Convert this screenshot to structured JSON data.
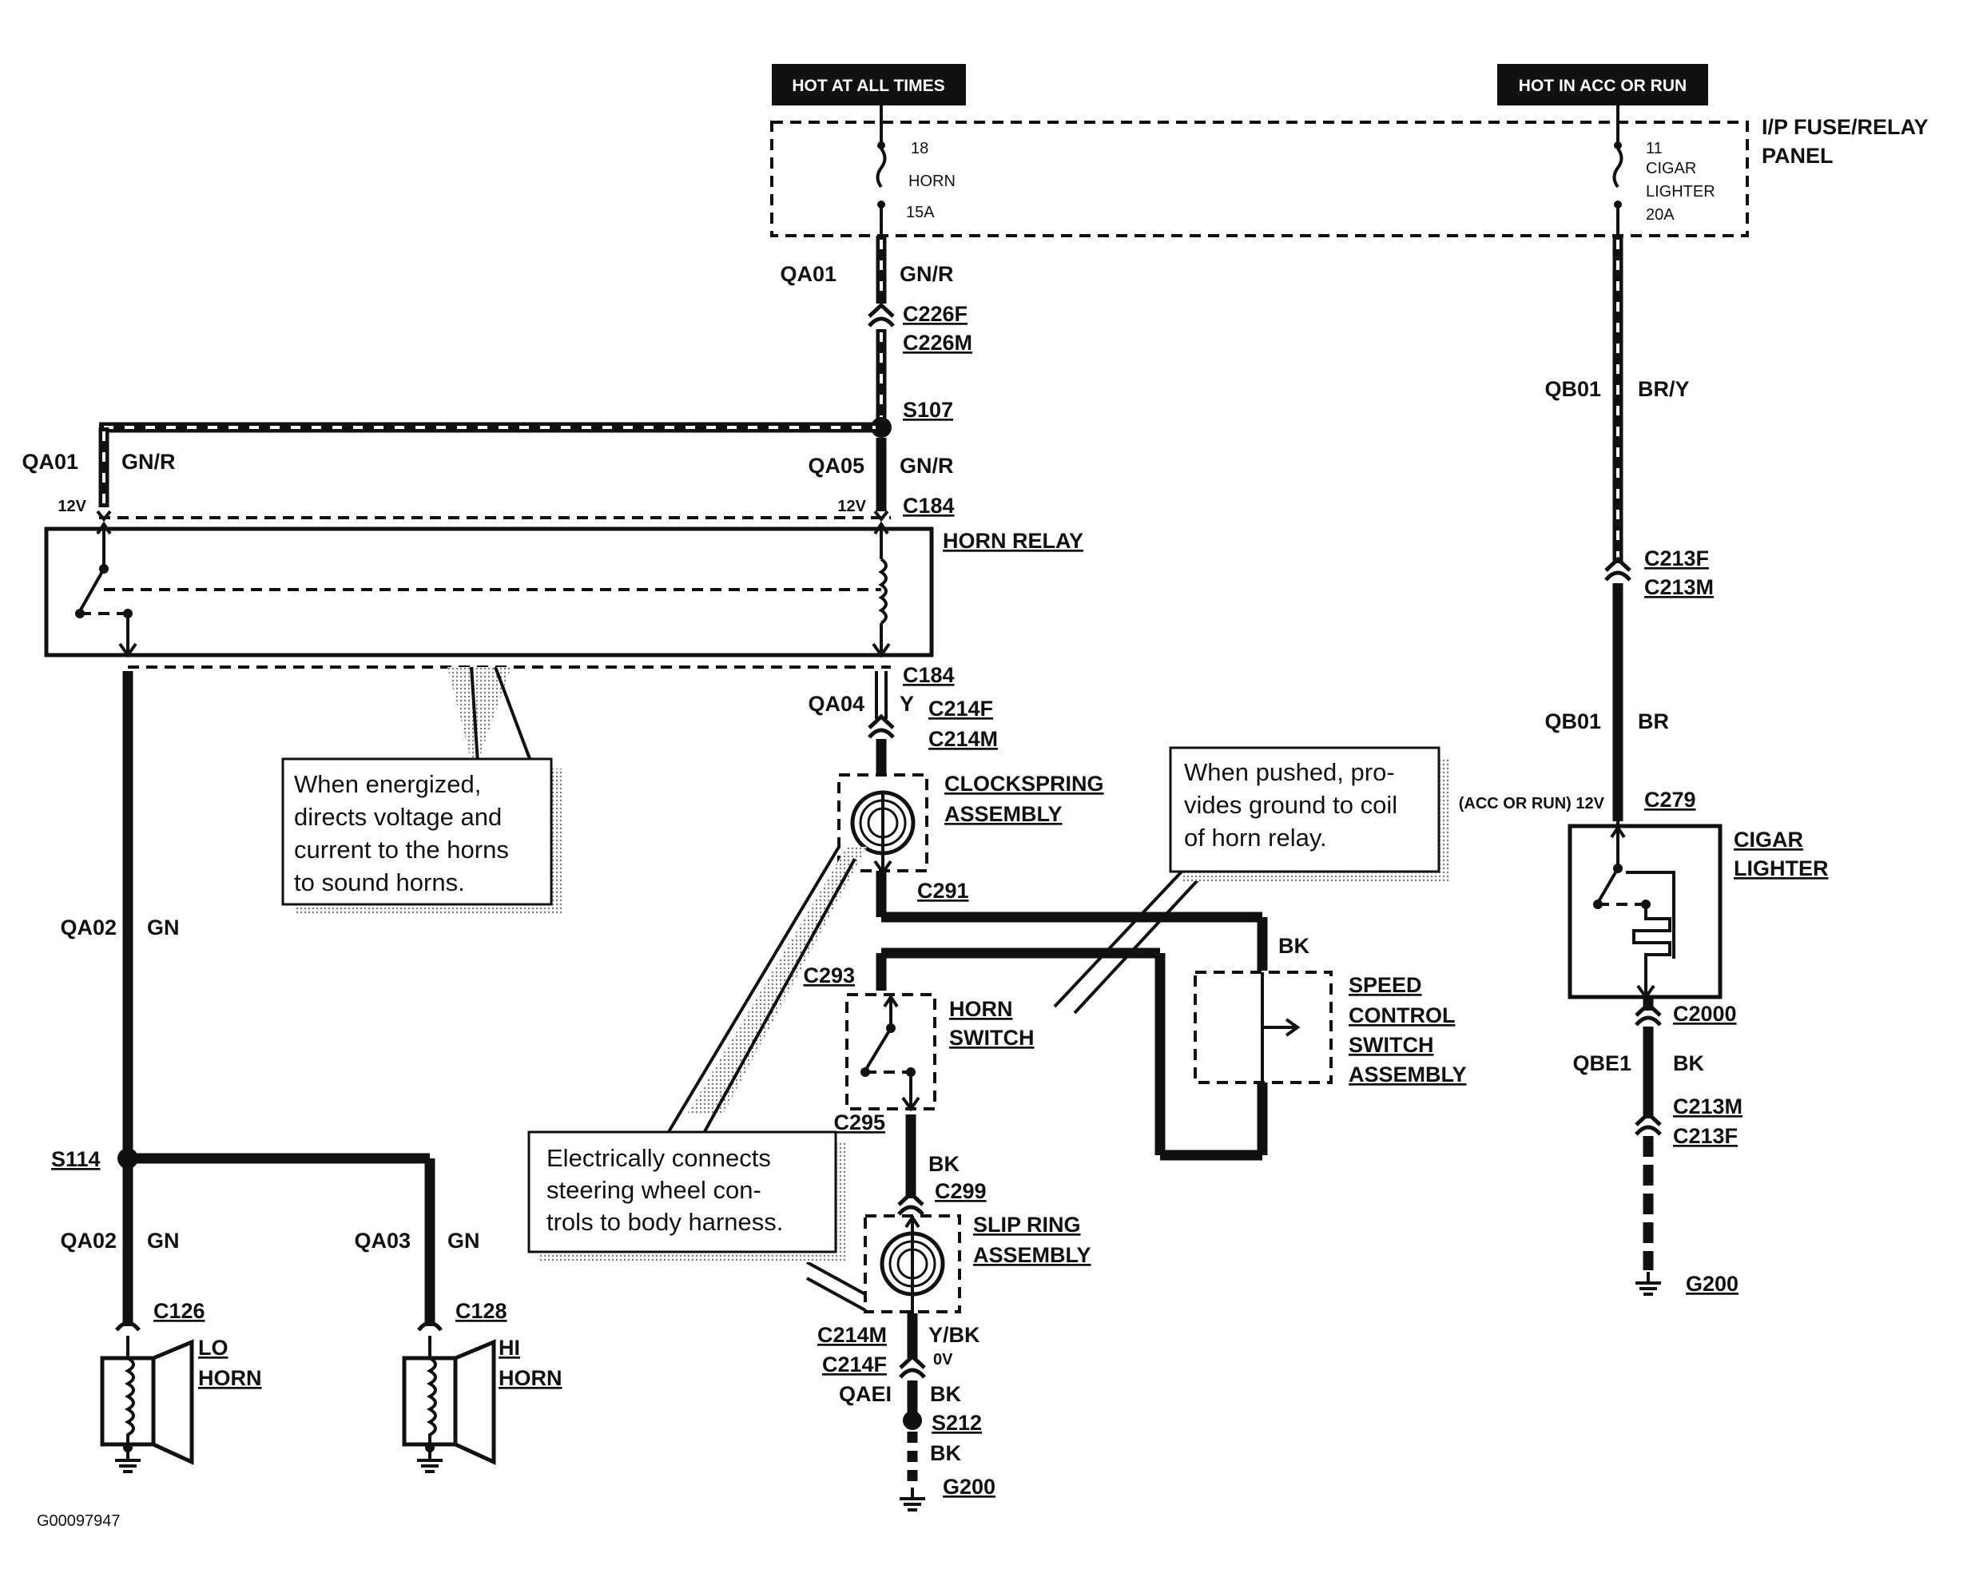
{
  "headers": {
    "hot_always": "HOT AT ALL TIMES",
    "hot_acc_run": "HOT IN ACC OR RUN"
  },
  "fuse_panel": {
    "line1": "I/P FUSE/RELAY",
    "line2": "PANEL"
  },
  "fuse_horn": {
    "num": "18",
    "name": "HORN",
    "amps": "15A"
  },
  "fuse_cigar": {
    "num": "11",
    "name1": "CIGAR",
    "name2": "LIGHTER",
    "amps": "20A"
  },
  "circuits": {
    "qa01": "QA01",
    "qa01_color": "GN/R",
    "qa01b": "QA01",
    "qa01b_color": "GN/R",
    "qa05": "QA05",
    "qa05_color": "GN/R",
    "qa04": "QA04",
    "qa04_color": "Y",
    "qa02": "QA02",
    "qa02_color": "GN",
    "qa02b": "QA02",
    "qa02b_color": "GN",
    "qa03": "QA03",
    "qa03_color": "GN",
    "qb01": "QB01",
    "qb01_color": "BR/Y",
    "qb01b": "QB01",
    "qb01b_color": "BR",
    "qbe1": "QBE1",
    "qbe1_color": "BK",
    "qaei": "QAEI",
    "qaei_color": "BK",
    "bk_speed": "BK",
    "bk_c299": "BK",
    "ybk": "Y/BK",
    "bk_g200": "BK"
  },
  "connectors": {
    "c226f": "C226F",
    "c226m": "C226M",
    "s107": "S107",
    "c184a": "C184",
    "c184b": "C184",
    "c214f": "C214F",
    "c214m": "C214M",
    "c291": "C291",
    "c293": "C293",
    "c295": "C295",
    "c299": "C299",
    "c214m_b": "C214M",
    "c214f_b": "C214F",
    "s212": "S212",
    "g200a": "G200",
    "s114": "S114",
    "c126": "C126",
    "c128": "C128",
    "c213f": "C213F",
    "c213m": "C213M",
    "c279": "C279",
    "c2000": "C2000",
    "c213m_b": "C213M",
    "c213f_b": "C213F",
    "g200b": "G200"
  },
  "voltages": {
    "v12a": "12V",
    "v12b": "12V",
    "acc_run": "(ACC OR RUN) 12V",
    "v0": "0V"
  },
  "components": {
    "horn_relay": "HORN RELAY",
    "clockspring1": "CLOCKSPRING",
    "clockspring2": "ASSEMBLY",
    "horn_switch1": "HORN",
    "horn_switch2": "SWITCH",
    "speed1": "SPEED",
    "speed2": "CONTROL",
    "speed3": "SWITCH",
    "speed4": "ASSEMBLY",
    "slip1": "SLIP RING",
    "slip2": "ASSEMBLY",
    "lo1": "LO",
    "lo2": "HORN",
    "hi1": "HI",
    "hi2": "HORN",
    "cigar1": "CIGAR",
    "cigar2": "LIGHTER"
  },
  "notes": {
    "relay": [
      "When energized,",
      "directs voltage and",
      "current to the horns",
      "to sound horns."
    ],
    "switch": [
      "When pushed, pro-",
      "vides ground to coil",
      "of horn relay."
    ],
    "clock": [
      "Electrically connects",
      "steering wheel con-",
      "trols to body harness."
    ]
  },
  "figure_id": "G00097947"
}
